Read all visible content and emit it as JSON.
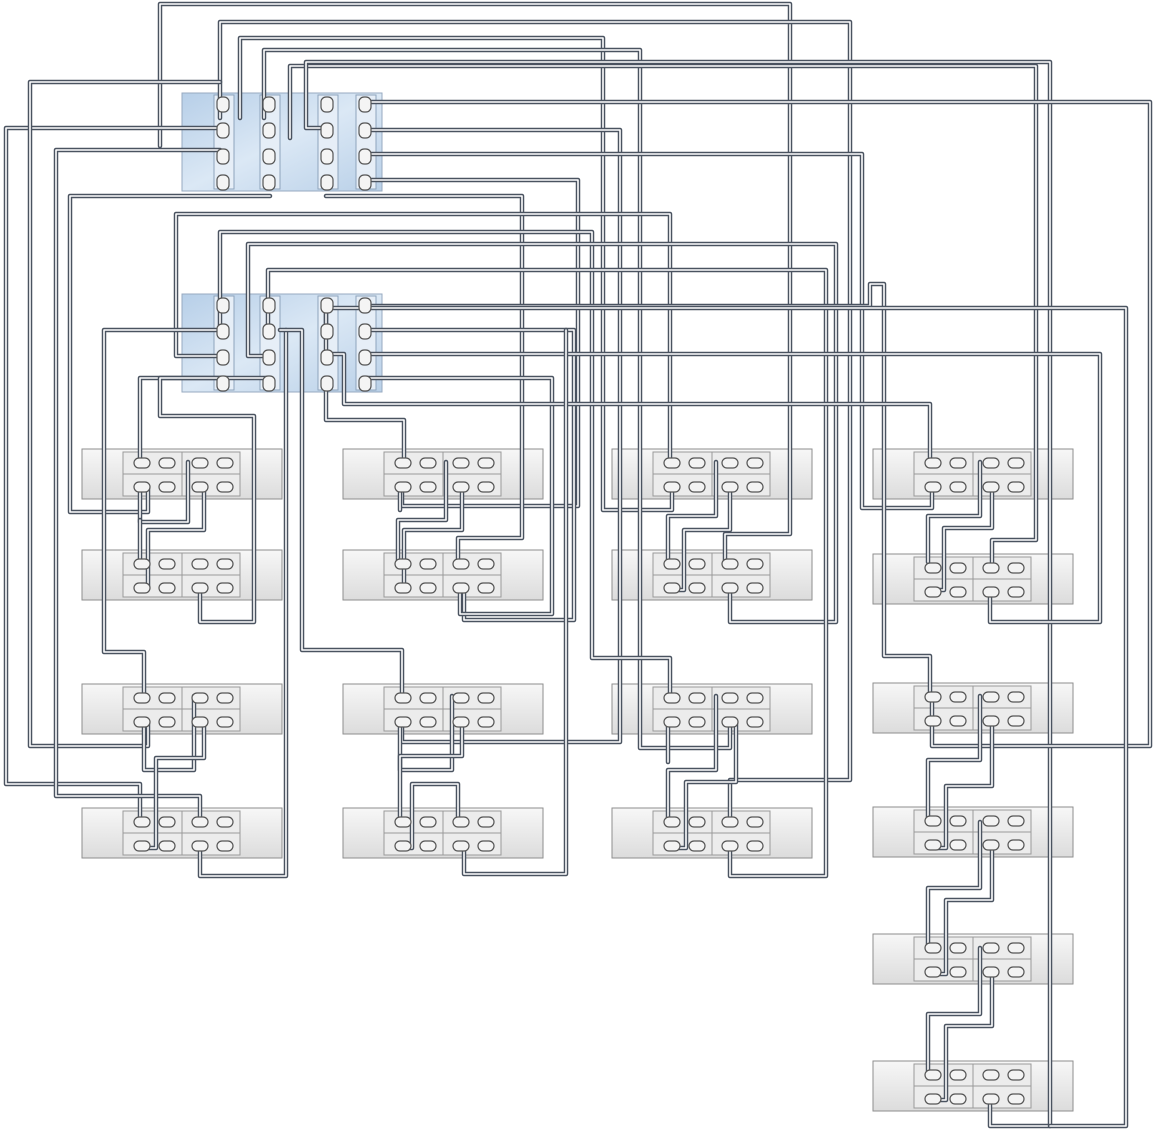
{
  "diagram": {
    "kind": "storage-cabling-diagram",
    "controllers": [
      {
        "id": "controller-1",
        "cards": 4,
        "ports_per_card": 4
      },
      {
        "id": "controller-2",
        "cards": 4,
        "ports_per_card": 4
      }
    ],
    "disk_shelf_chains": [
      {
        "id": "chain-1",
        "shelves": 4
      },
      {
        "id": "chain-2",
        "shelves": 4
      },
      {
        "id": "chain-3",
        "shelves": 4
      },
      {
        "id": "chain-4",
        "shelves": 6
      }
    ],
    "colors": {
      "cable_outer": "#4a5360",
      "cable_inner": "#ffffff",
      "controller_fill": "#c9dcef",
      "shelf_fill": "#e9e9e9",
      "shelf_stroke": "#8e8e8e"
    }
  }
}
